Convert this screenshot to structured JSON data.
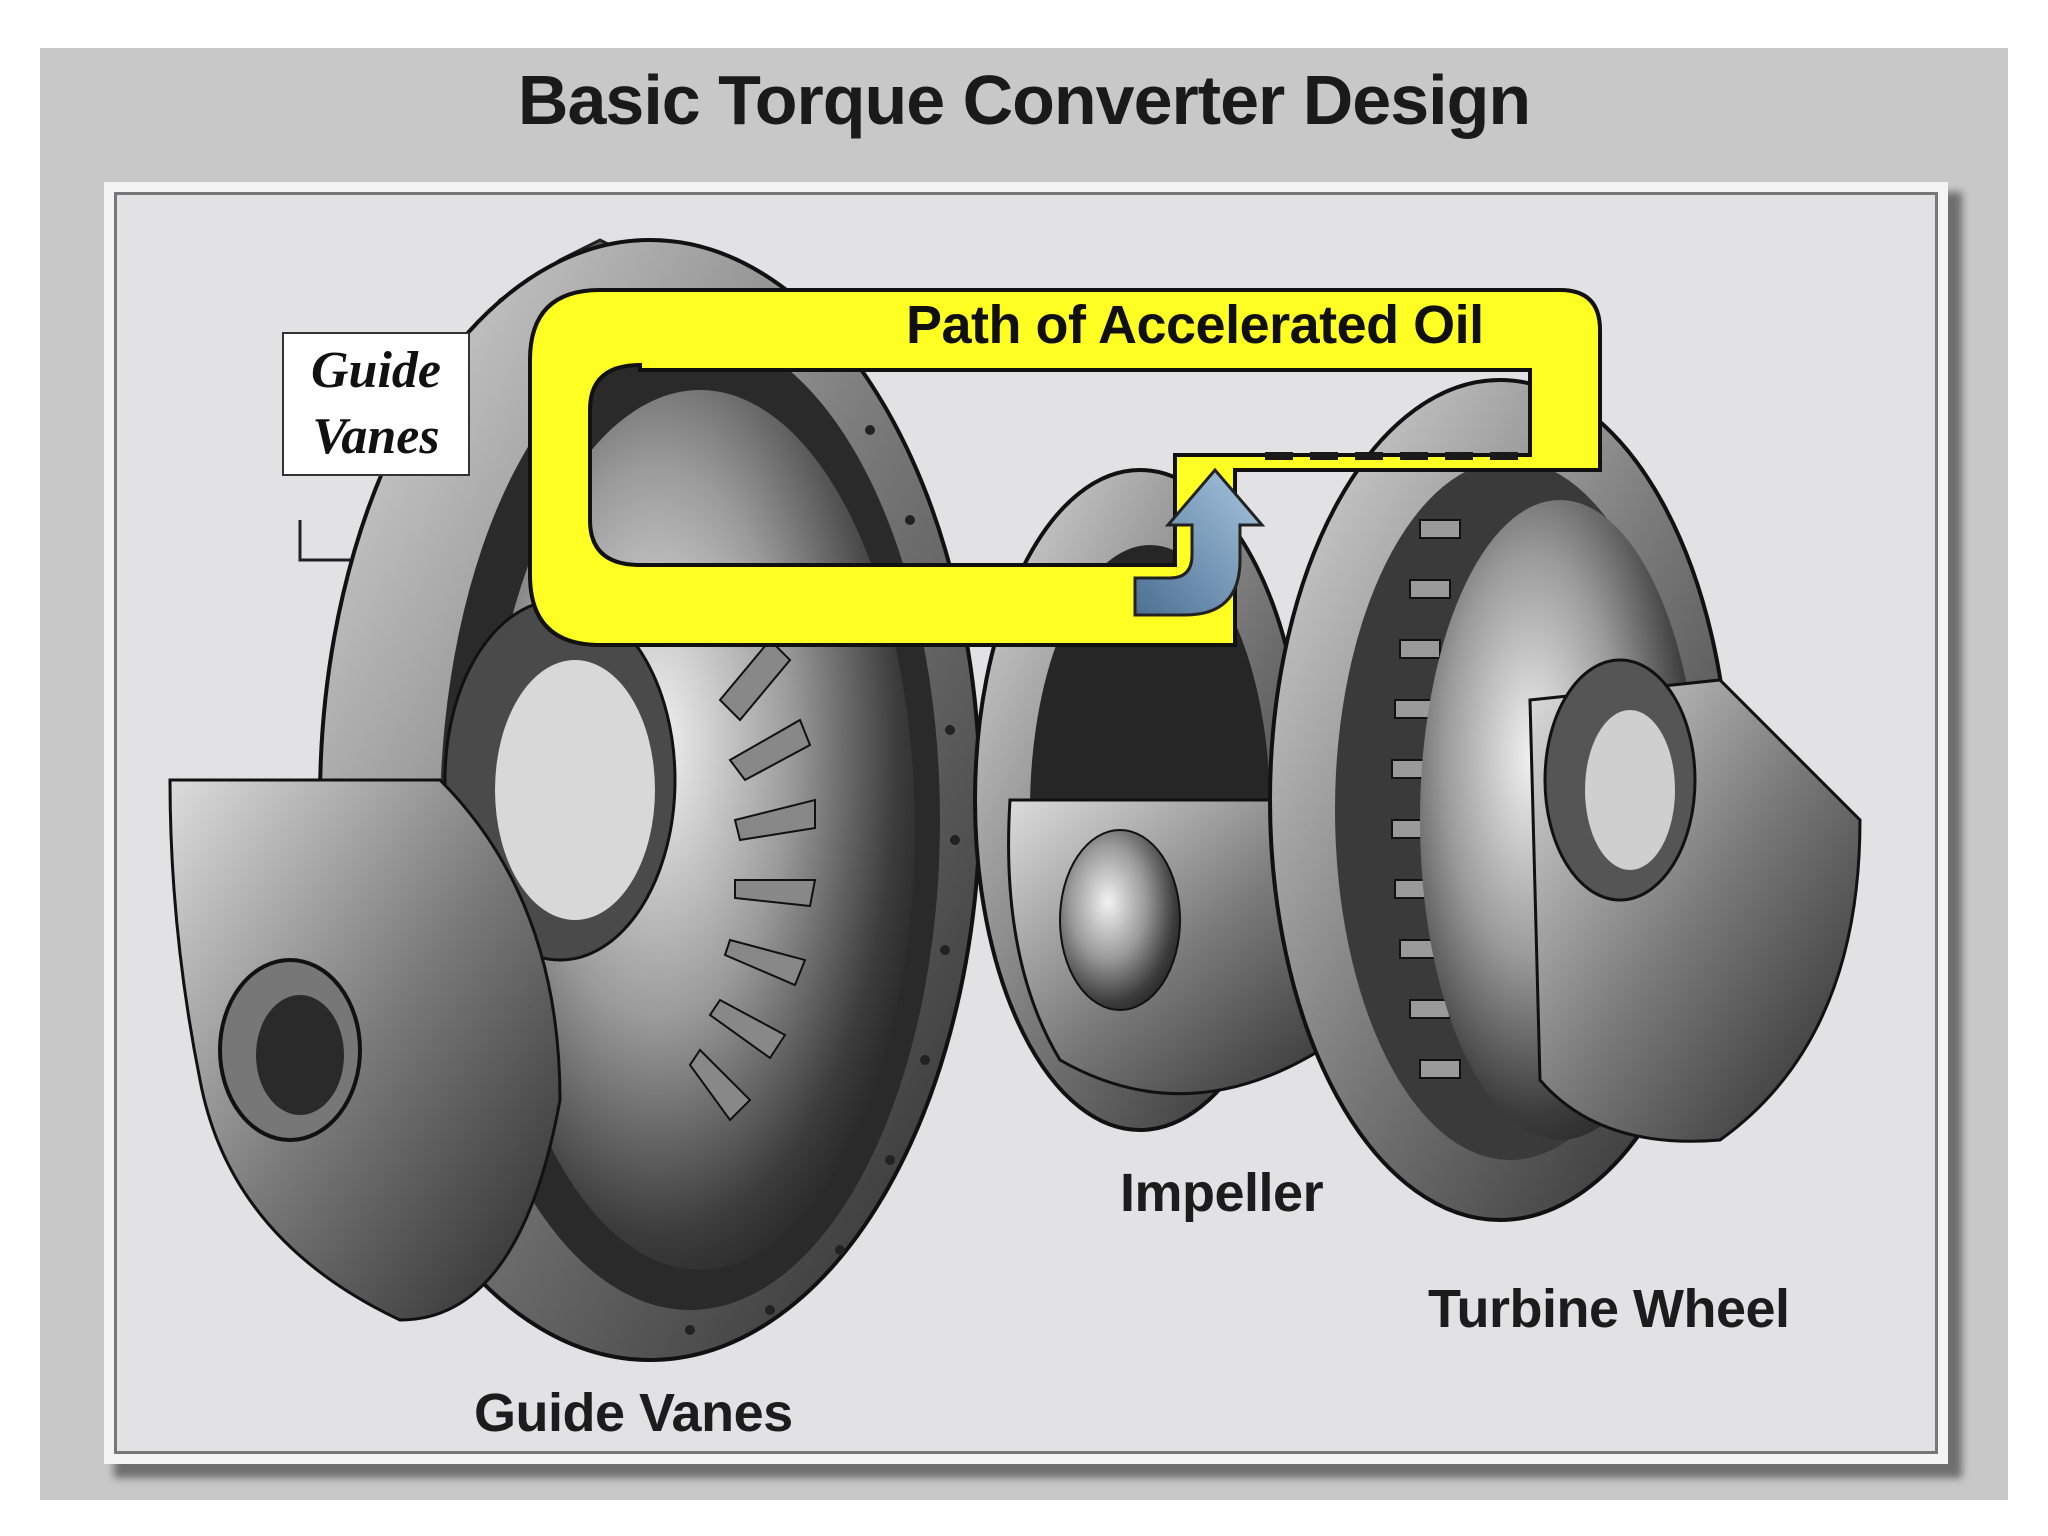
{
  "title": "Basic Torque Converter Design",
  "labels": {
    "path": "Path of Accelerated Oil",
    "impeller": "Impeller",
    "turbine": "Turbine Wheel",
    "guide_vanes": "Guide Vanes"
  },
  "callout": {
    "line1": "Guide",
    "line2": "Vanes"
  },
  "colors": {
    "path_fill": "#ffff24",
    "arrow": "#7ea3c4",
    "metal": "#555555",
    "background": "#c8c8c8"
  }
}
